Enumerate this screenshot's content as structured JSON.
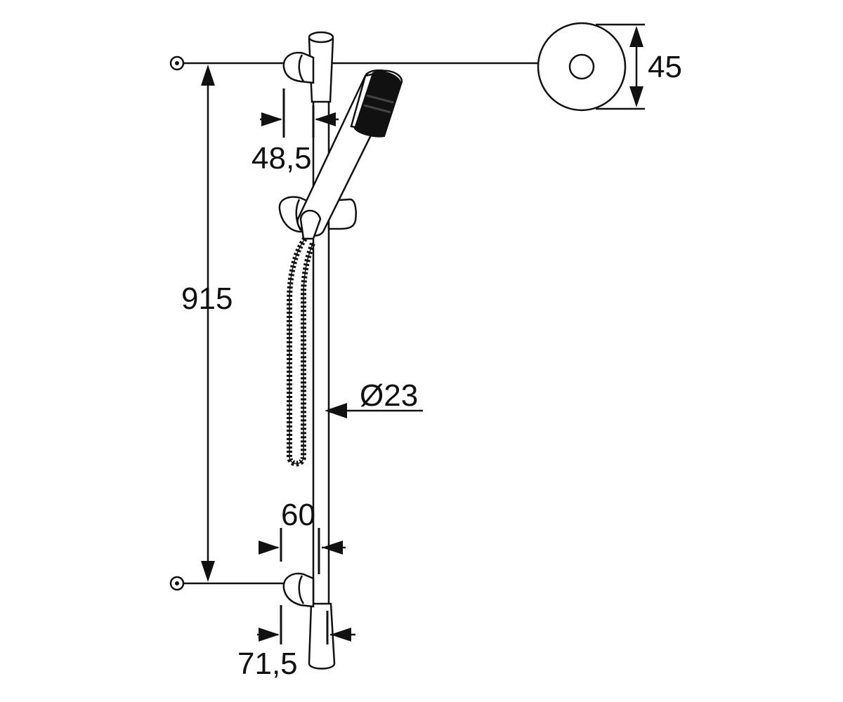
{
  "drawing": {
    "dimensions": {
      "height_between_mounts": "915",
      "top_bracket_offset": "48,5",
      "bottom_bracket_offset_inner": "60",
      "bottom_bracket_offset_outer": "71,5",
      "rail_diameter": "Ø23",
      "rosette_diameter": "45"
    },
    "colors": {
      "line": "#111111",
      "background": "#ffffff"
    }
  }
}
